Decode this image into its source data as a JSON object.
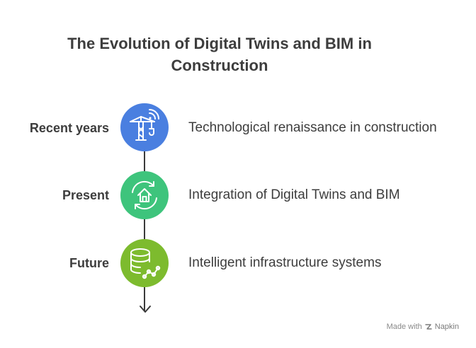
{
  "title": "The Evolution of Digital Twins and BIM in Construction",
  "stages": [
    {
      "label": "Recent years",
      "description": "Technological renaissance in construction",
      "icon": "crane-wifi-icon",
      "color": "#4a7fe0"
    },
    {
      "label": "Present",
      "description": "Integration of Digital Twins and BIM",
      "icon": "house-sync-icon",
      "color": "#3ec47c"
    },
    {
      "label": "Future",
      "description": "Intelligent infrastructure systems",
      "icon": "database-network-icon",
      "color": "#7dbb2e"
    }
  ],
  "watermark": {
    "prefix": "Made with",
    "brand": "Napkin"
  }
}
